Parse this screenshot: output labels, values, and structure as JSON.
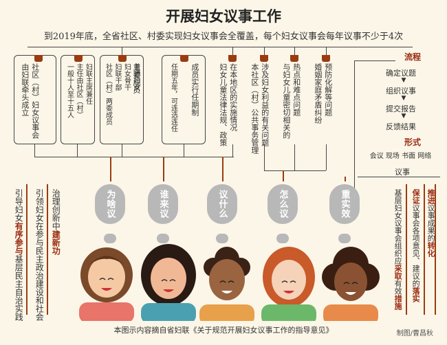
{
  "title": "开展妇女议事工作",
  "subtitle": "到2019年底，全省社区、村委实现妇女议事会全覆盖，每个妇女议事会每年议事不少于4次",
  "who": {
    "col1": "社区（村）妇女议事会\n由妇联牵头成立",
    "col2": "妇联主席兼任\n主任由社区（村）\n一般十人至十五人",
    "col3": "主要成员",
    "col4": "普通妇女\n妇女骨干\n妇联干部\n社区（村）两委成员",
    "col5": "成员实行任期制",
    "col6": "任期五年，可连选连任"
  },
  "topics": [
    "在本地区的实施情况\n妇女儿童法律法规、政策",
    "涉及妇女利益的有关问题\n本社区（村）公共事务管理",
    "热点和难点问题\n与妇女儿童密切相关的",
    "预防化解等问题\n婚姻家庭矛盾纠纷"
  ],
  "process": {
    "label": "流程",
    "steps": [
      "确定议题",
      "组织议事",
      "提交报告",
      "反馈结果"
    ],
    "form_label": "形式",
    "forms": "会议 现场 书面 网络",
    "result": "议事"
  },
  "bubbles": [
    "为啥议",
    "谁来议",
    "议什么",
    "怎么议",
    "重实效"
  ],
  "purpose": {
    "left1": "引导妇女",
    "left1_red": "有序参与",
    "left1_end": "基层民主自治实践",
    "left2_a": "治理创新中",
    "left2_red": "建新功",
    "left2_b": "引领妇女在参与民主政治建设和社会"
  },
  "effect": {
    "c1_a": "基层妇女议事会组织应",
    "c1_red": "采取",
    "c1_b": "有效",
    "c1_red2": "措施",
    "c2_red": "保证",
    "c2_b": "议事会各项意见、建议的",
    "c2_red2": "落实",
    "c3_red": "推进",
    "c3_b": "议事成果的",
    "c3_red2": "转化"
  },
  "footer": "本图示内容摘自省妇联《关于规范开展妇女议事工作的指导意见》",
  "credit": "制图/曹昌秋",
  "colors": {
    "accent": "#9a3b12",
    "bubble": "#b8b8b8",
    "bg": "#fbf6e8"
  }
}
